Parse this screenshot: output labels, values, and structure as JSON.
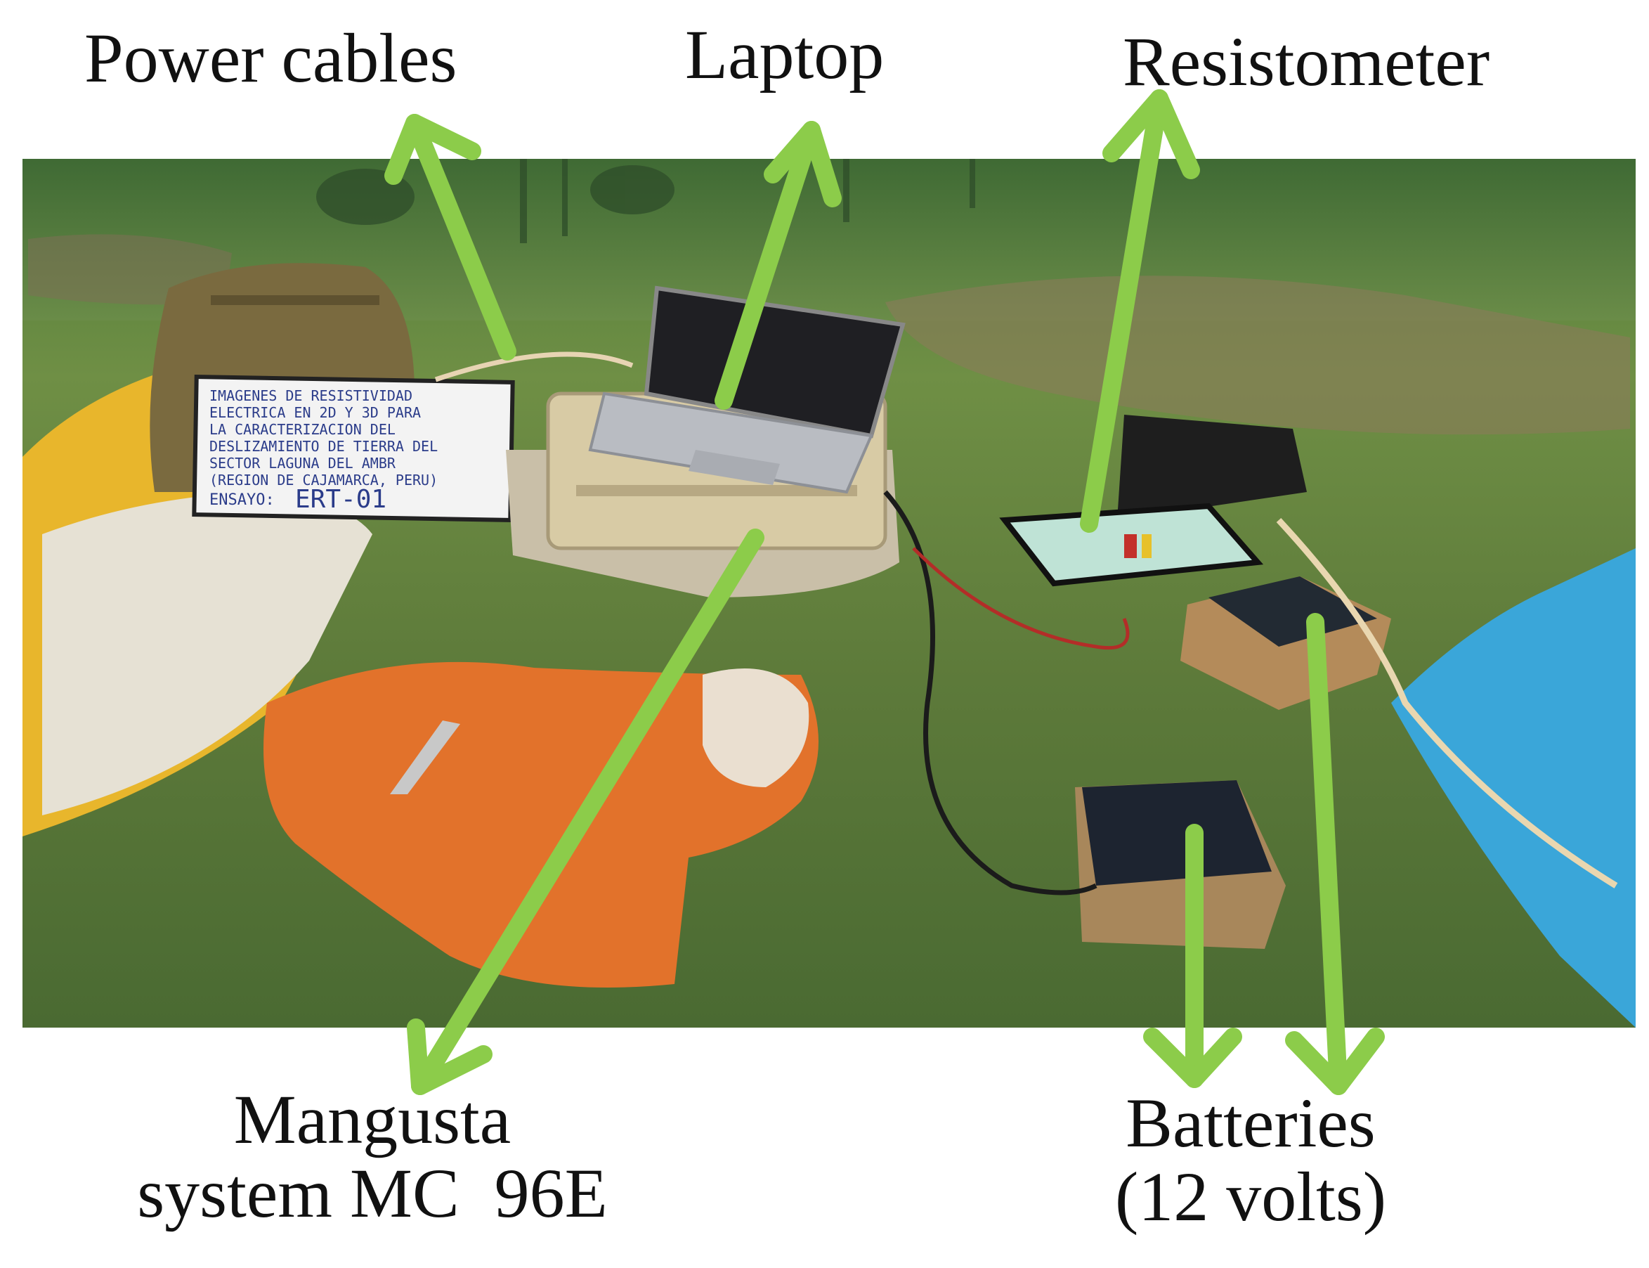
{
  "labels": {
    "power_cables": "Power cables",
    "laptop": "Laptop",
    "resistometer": "Resistometer",
    "mangusta_line1": "Mangusta",
    "mangusta_line2": "system MC  96E",
    "batteries_line1": "Batteries",
    "batteries_line2": "(12 volts)"
  },
  "whiteboard": {
    "line1": "IMAGENES DE RESISTIVIDAD",
    "line2": "ELECTRICA EN 2D Y 3D PARA",
    "line3": "LA CARACTERIZACION DEL",
    "line4": "DESLIZAMIENTO DE TIERRA DEL",
    "line5": "SECTOR LAGUNA DEL AMBR",
    "line6": "(REGION DE CAJAMARCA, PERU)",
    "line7": "ENSAYO:",
    "line7b": "ERT-01"
  },
  "colors": {
    "arrow": "#8ccc4a",
    "text": "#111111",
    "background": "#ffffff"
  }
}
